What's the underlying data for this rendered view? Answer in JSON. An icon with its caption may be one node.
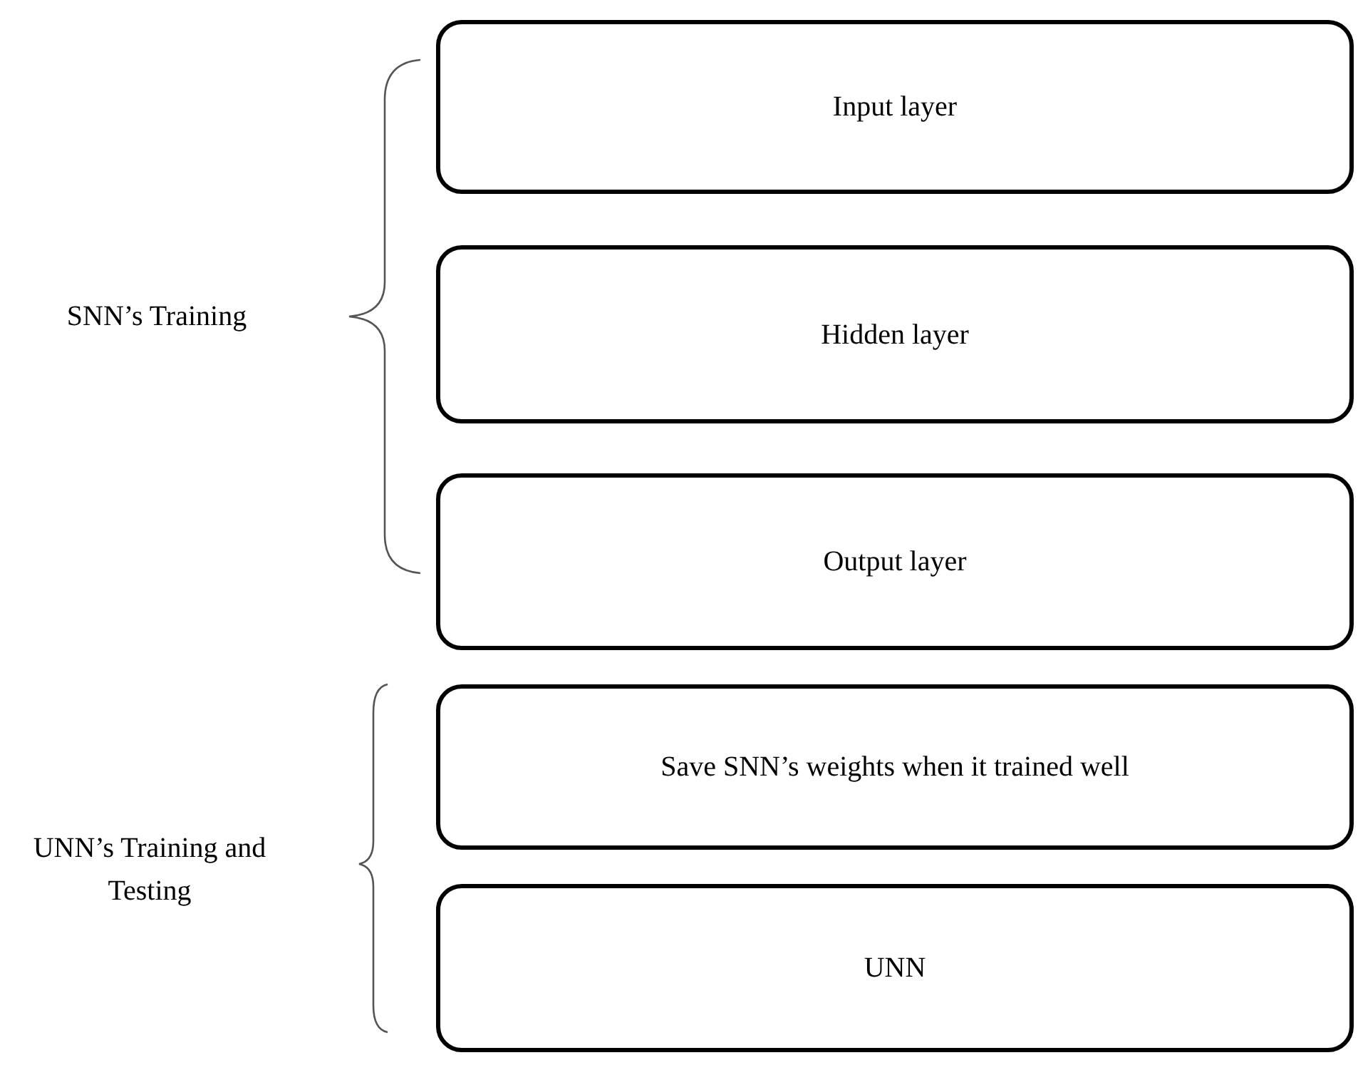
{
  "diagram": {
    "nodes": [
      {
        "text": [
          "Input layer"
        ]
      },
      {
        "text": [
          "Hidden layer"
        ]
      },
      {
        "text": [
          "Output layer"
        ]
      },
      {
        "text": [
          "Save SNN’s weights when it trained well"
        ]
      },
      {
        "text": [
          "UNN"
        ]
      }
    ],
    "labels": [
      "SNN’s Training",
      "UNN’s Training and Testing"
    ]
  }
}
